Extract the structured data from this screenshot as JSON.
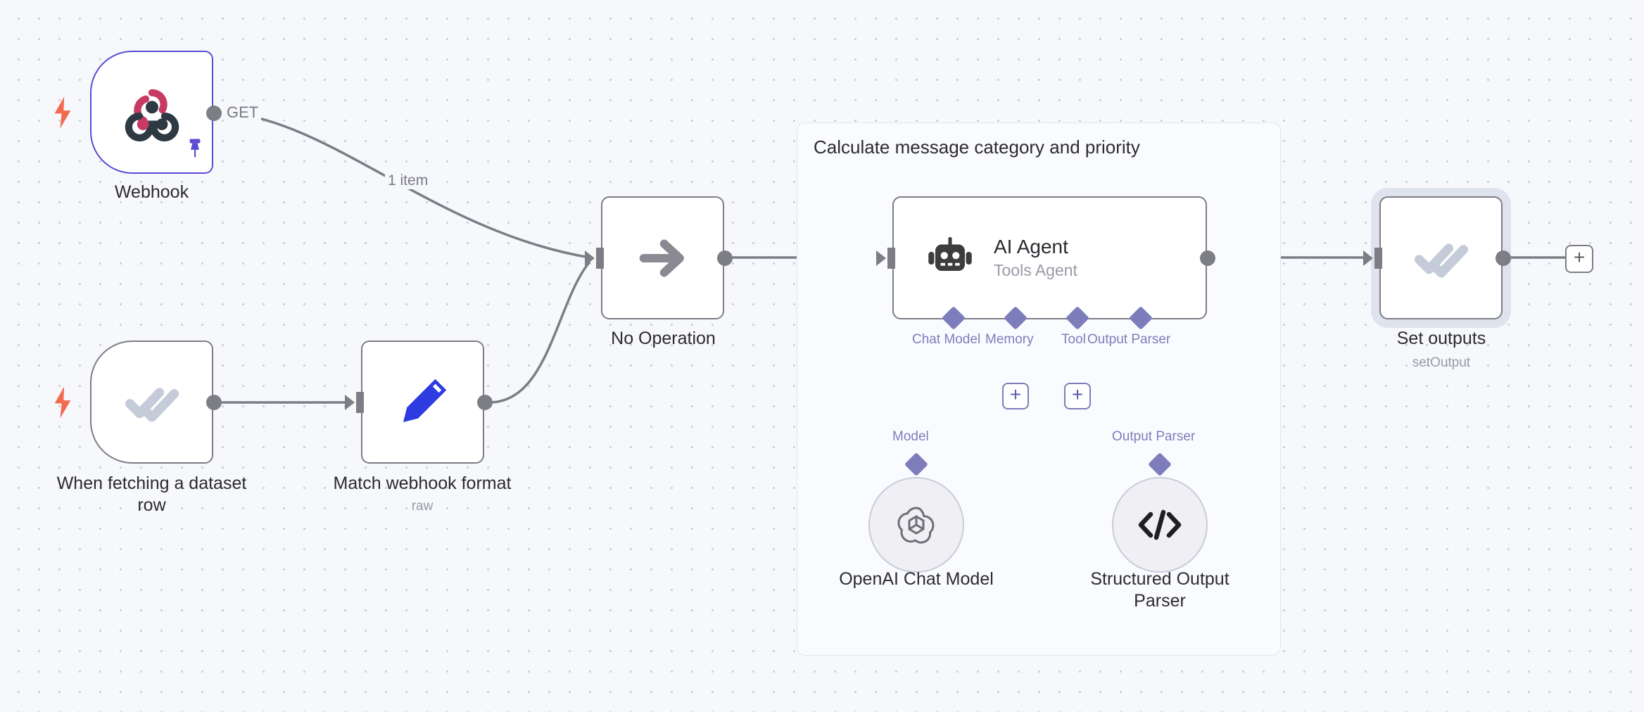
{
  "canvas": {
    "background_color": "#F7F8FC",
    "grid_dot_color": "#C9CCDA"
  },
  "group": {
    "title": "Calculate message category and priority",
    "border_color": "#E3E5EF",
    "fill_color": "#FAFBFE"
  },
  "nodes": [
    {
      "id": "webhook",
      "title": "Webhook",
      "subtitle": "",
      "icon": "webhook-icon",
      "is_trigger": true,
      "selected": true,
      "pinned": true,
      "output_label": "GET",
      "accent_color": "#5B4BD4"
    },
    {
      "id": "when-fetching-a-dataset-row",
      "title": "When fetching a dataset\nrow",
      "subtitle": "",
      "icon": "double-check-icon",
      "is_trigger": true,
      "selected": false,
      "pinned": false,
      "output_label": "",
      "accent_color": "#C5CBD8"
    },
    {
      "id": "match-webhook-format",
      "title": "Match webhook format",
      "subtitle": "raw",
      "icon": "pencil-icon",
      "is_trigger": false,
      "selected": false,
      "pinned": false,
      "output_label": "",
      "accent_color": "#2D3BE0"
    },
    {
      "id": "no-operation",
      "title": "No Operation",
      "subtitle": "",
      "icon": "arrow-right-icon",
      "is_trigger": false,
      "selected": false,
      "pinned": false,
      "output_label": "",
      "accent_color": "#8A8A93"
    },
    {
      "id": "ai-agent",
      "title": "AI Agent",
      "subtitle": "Tools Agent",
      "icon": "robot-icon",
      "is_trigger": false,
      "selected": false,
      "pinned": false,
      "output_label": "",
      "accent_color": "#3D3D3D"
    },
    {
      "id": "set-outputs",
      "title": "Set outputs",
      "subtitle": "setOutput",
      "icon": "double-check-icon",
      "is_trigger": false,
      "selected": false,
      "highlighted": true,
      "pinned": false,
      "output_label": "",
      "accent_color": "#C5CBD8"
    }
  ],
  "sub_nodes": [
    {
      "id": "openai-chat-model",
      "title": "OpenAI Chat Model",
      "connection_label": "Model",
      "icon": "openai-icon"
    },
    {
      "id": "structured-output-parser",
      "title": "Structured Output\nParser",
      "connection_label": "Output Parser",
      "icon": "code-brackets-icon"
    }
  ],
  "agent_ports": [
    {
      "label": "Chat Model",
      "has_add_button": false
    },
    {
      "label": "Memory",
      "has_add_button": true
    },
    {
      "label": "Tool",
      "has_add_button": true
    },
    {
      "label": "Output Parser",
      "has_add_button": false
    }
  ],
  "edges": [
    {
      "from": "webhook",
      "to": "no-operation",
      "label": "1 item",
      "out_label": "GET"
    },
    {
      "from": "when-fetching-a-dataset-row",
      "to": "match-webhook-format",
      "label": ""
    },
    {
      "from": "match-webhook-format",
      "to": "no-operation",
      "label": ""
    },
    {
      "from": "no-operation",
      "to": "ai-agent",
      "label": ""
    },
    {
      "from": "ai-agent",
      "to": "set-outputs",
      "label": ""
    }
  ],
  "buttons": {
    "add_node_label": "+",
    "add_memory_label": "+",
    "add_tool_label": "+"
  },
  "colors": {
    "connection_line": "#7D7D85",
    "sub_connection": "#7E7DBB",
    "trigger_bolt": "#F26B50",
    "node_border": "#7D7D85",
    "text_primary": "#2B2B31",
    "text_secondary": "#9A9AA6"
  }
}
